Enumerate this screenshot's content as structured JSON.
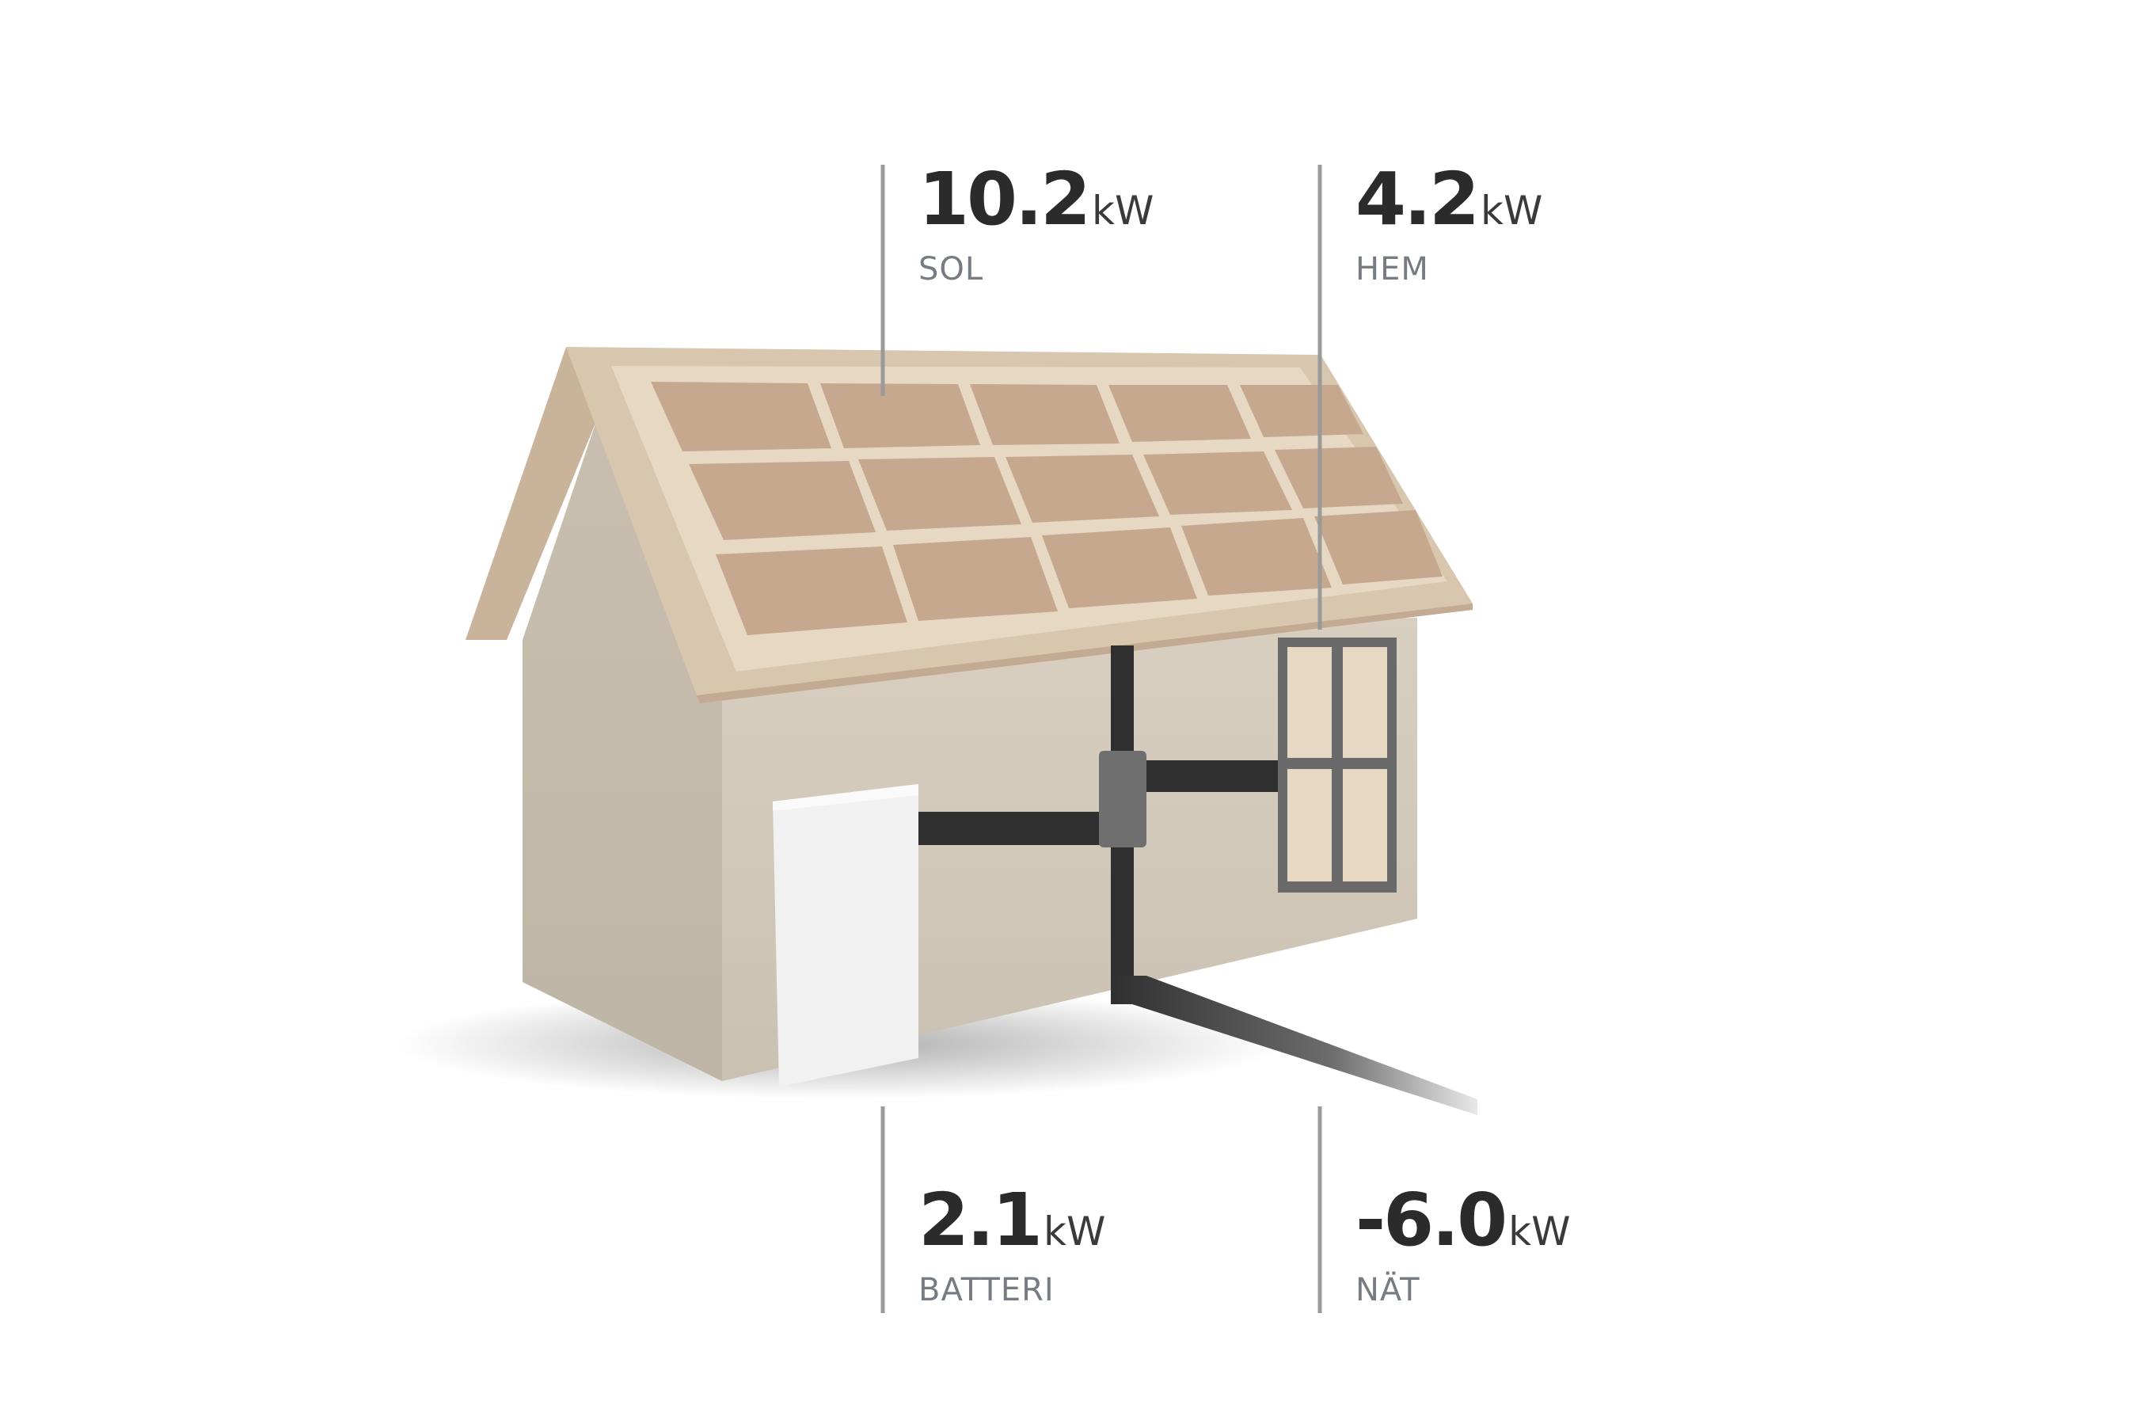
{
  "readouts": {
    "solar": {
      "value": "10.2",
      "unit": "kW",
      "label": "SOL"
    },
    "home": {
      "value": "4.2",
      "unit": "kW",
      "label": "HEM"
    },
    "battery": {
      "value": "2.1",
      "unit": "kW",
      "label": "BATTERI"
    },
    "grid": {
      "value": "-6.0",
      "unit": "kW",
      "label": "NÄT"
    }
  },
  "colors": {
    "roof": "#d6c4ad",
    "wall": "#d2c8b9",
    "solar_panel": "#c6a88f",
    "cable": "#2f2f2f",
    "battery": "#efefef",
    "text_value": "#2b2b2b",
    "text_label": "#777c83",
    "leader_line": "#9a9a9a"
  },
  "icons": [
    "house-illustration",
    "solar-panel-icon",
    "battery-unit-icon",
    "gateway-box-icon",
    "window-icon"
  ]
}
